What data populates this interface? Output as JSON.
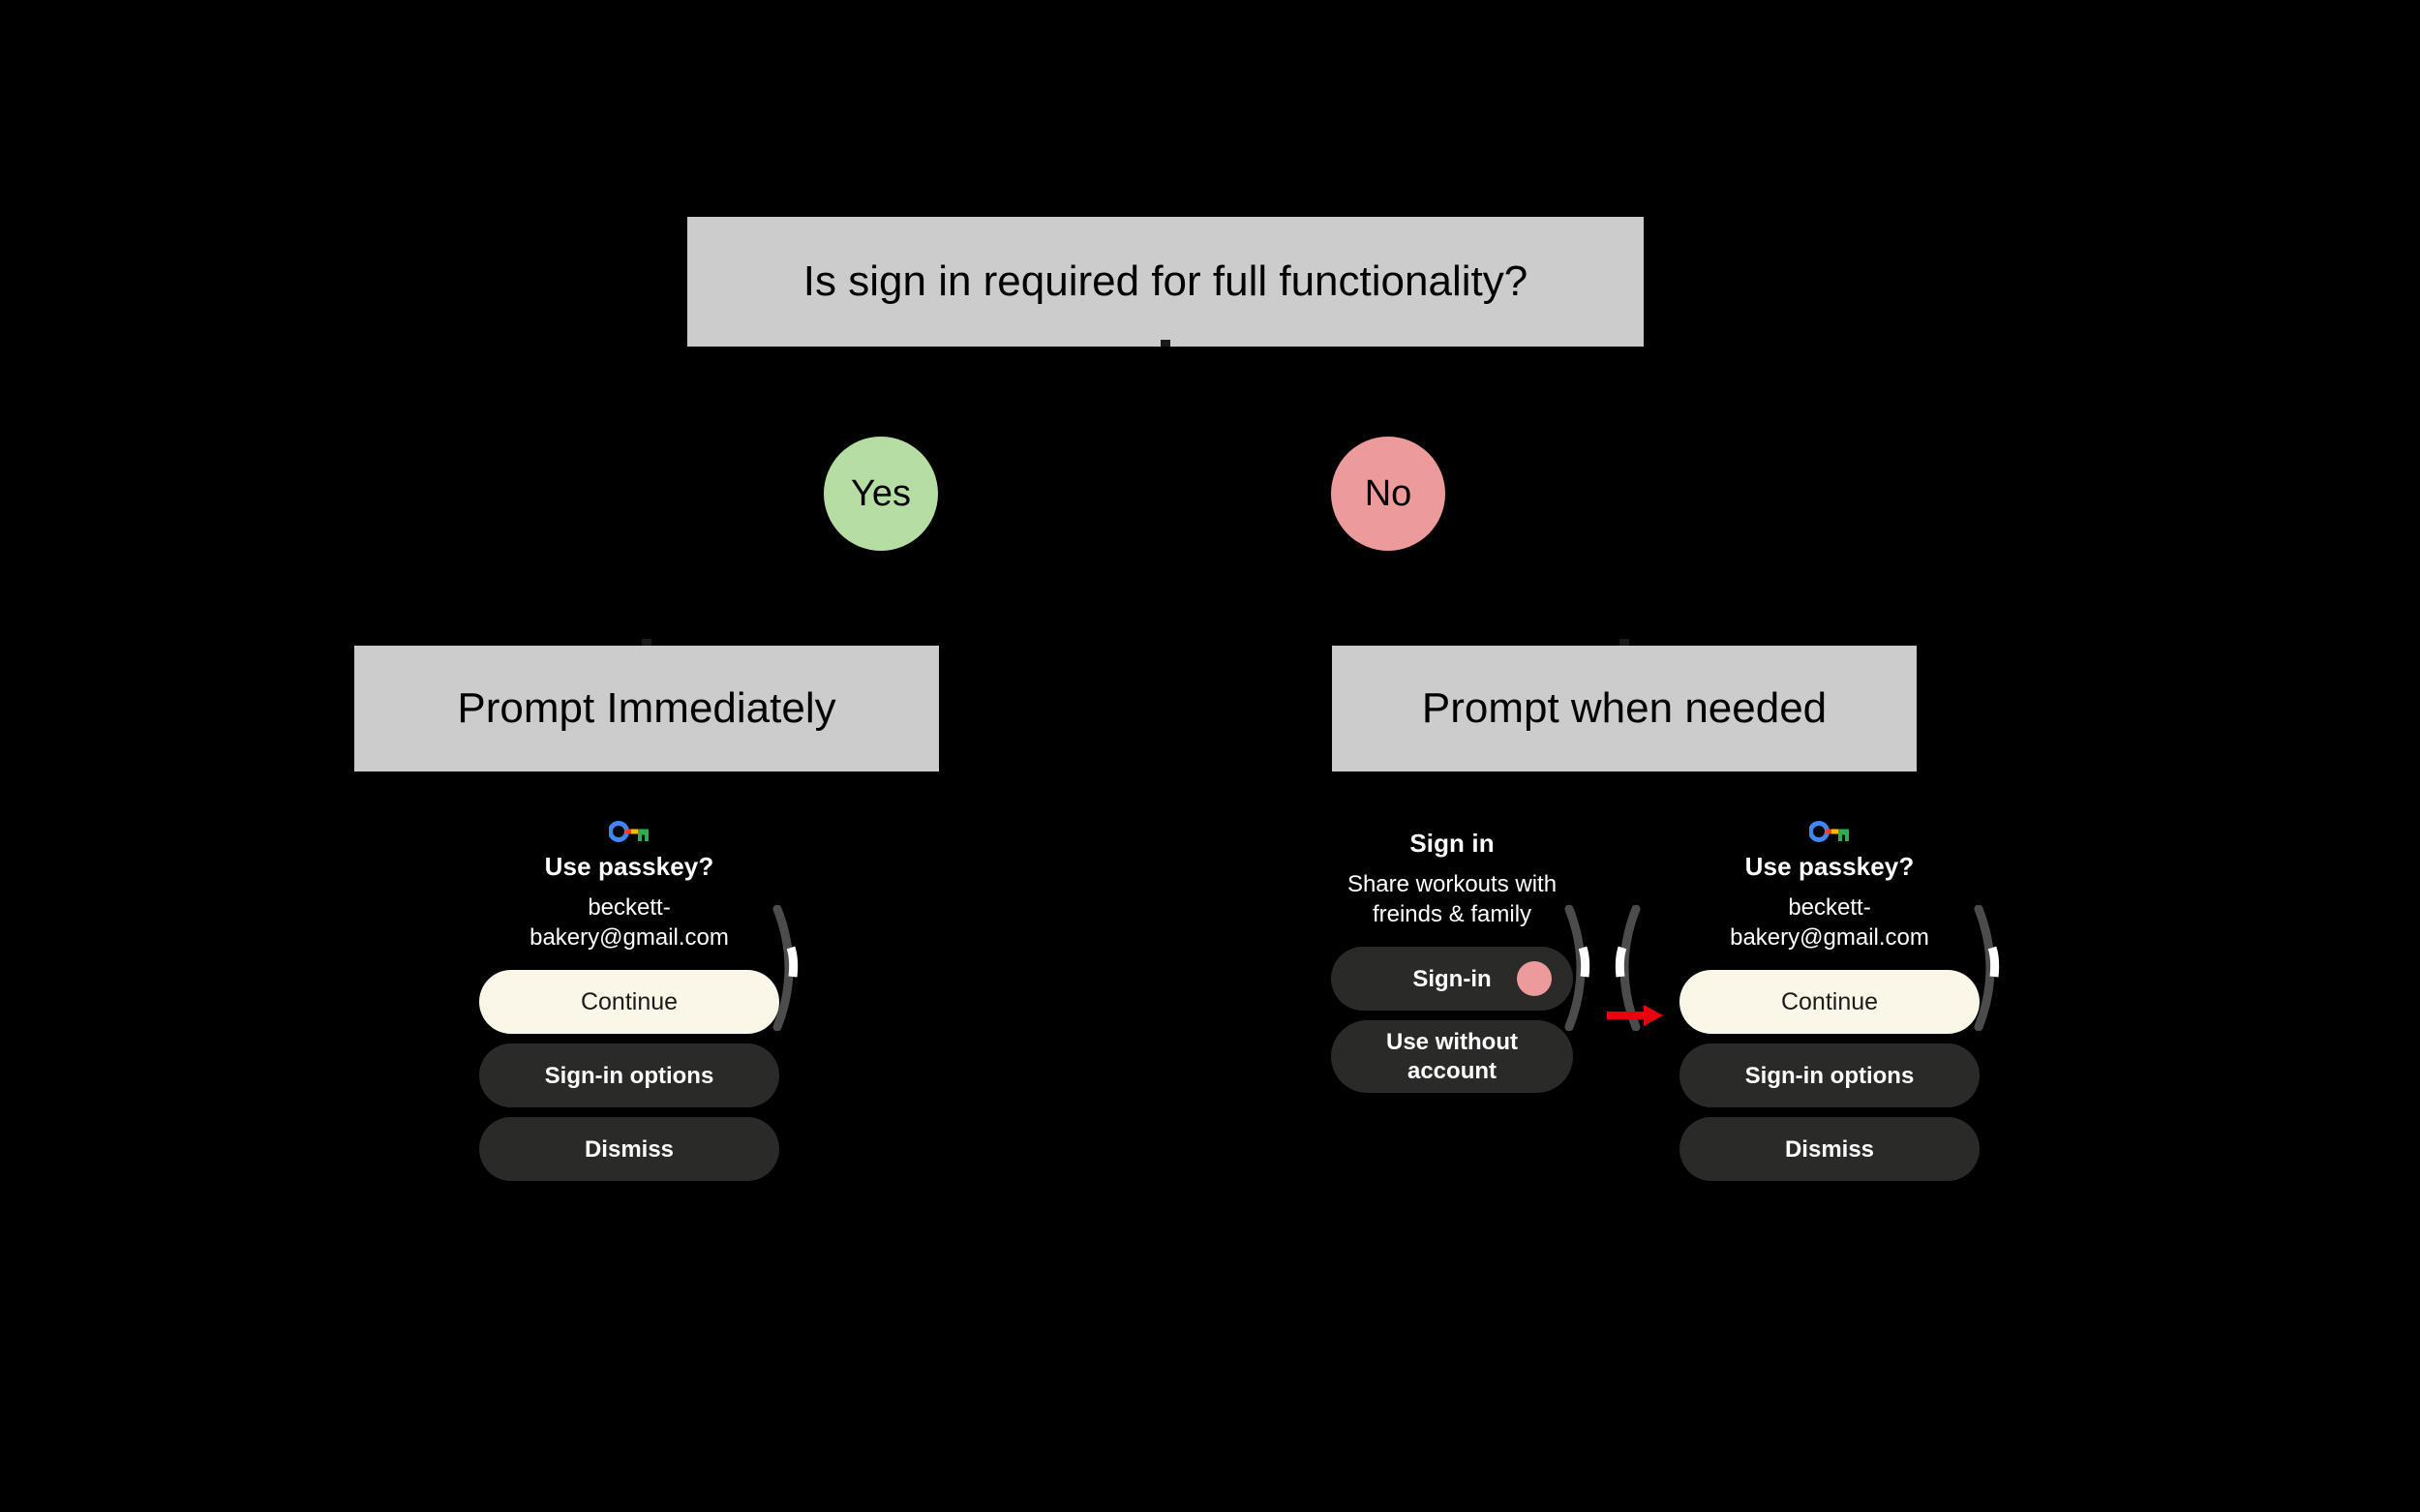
{
  "diagram": {
    "decision": {
      "label": "Is sign in required for full functionality?"
    },
    "branches": [
      {
        "label": "Yes",
        "color": "#B5DDA4"
      },
      {
        "label": "No",
        "color": "#EC9A9A"
      }
    ],
    "outcomes": [
      {
        "label": "Prompt Immediately"
      },
      {
        "label": "Prompt when needed"
      }
    ],
    "box_fill": "#CCCCCC",
    "background": "#000000",
    "annotation_arrow_color": "#E8000D"
  },
  "screens": {
    "passkey_left": {
      "icon": "google-passkey-icon",
      "title": "Use passkey?",
      "subtitle": "beckett-bakery@gmail.com",
      "buttons": [
        {
          "label": "Continue",
          "style": "primary"
        },
        {
          "label": "Sign-in options",
          "style": "secondary"
        },
        {
          "label": "Dismiss",
          "style": "secondary"
        }
      ]
    },
    "signin": {
      "title": "Sign in",
      "subtitle": "Share workouts with freinds & family",
      "buttons": [
        {
          "label": "Sign-in",
          "style": "secondary",
          "dot": "#EC9A9A"
        },
        {
          "label": "Use without account",
          "style": "secondary"
        }
      ]
    },
    "passkey_right": {
      "icon": "google-passkey-icon",
      "title": "Use passkey?",
      "subtitle": "beckett-bakery@gmail.com",
      "buttons": [
        {
          "label": "Continue",
          "style": "primary"
        },
        {
          "label": "Sign-in options",
          "style": "secondary"
        },
        {
          "label": "Dismiss",
          "style": "secondary"
        }
      ]
    }
  },
  "passkey_icon_colors": {
    "ring": "#4285F4",
    "shaft": "#FBBC05",
    "notch": "#EA4335",
    "teeth": "#34A853"
  }
}
